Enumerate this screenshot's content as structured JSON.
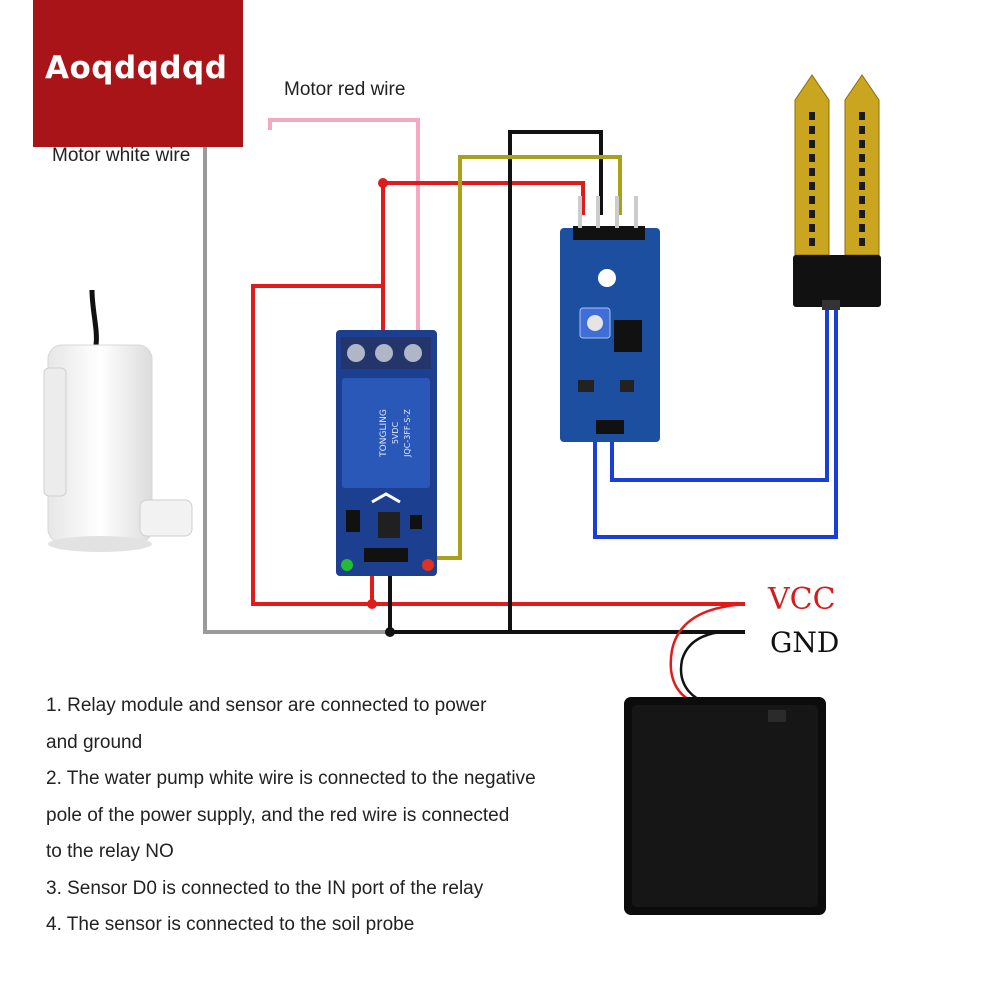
{
  "brand": {
    "name": "Aoqdqdqd",
    "color": "#a81418"
  },
  "labels": {
    "motor_red_wire": "Motor red wire",
    "motor_white_wire": "Motor white wire",
    "vcc": "VCC",
    "gnd": "GND"
  },
  "components": {
    "water_pump": {
      "icon": "water-pump-icon",
      "color": "#f4f4f4"
    },
    "relay_module": {
      "icon": "relay-module-icon",
      "board_color": "#1c3f8f",
      "relay_text": [
        "TONGLING",
        "5VDC",
        "JQC-3FF-S-Z"
      ]
    },
    "sensor_module": {
      "icon": "sensor-module-icon",
      "board_color": "#1d4fa0"
    },
    "soil_probe": {
      "icon": "soil-probe-icon",
      "color": "#c9a520"
    },
    "battery_box": {
      "icon": "battery-box-icon",
      "color": "#0c0c0c"
    }
  },
  "wire_colors": {
    "red": "#e01b1b",
    "pink": "#f4a8c2",
    "black": "#111111",
    "olive": "#a8a21a",
    "blue": "#1a3fd6",
    "grey": "#9a9a9a"
  },
  "steps": [
    {
      "line1": "1. Relay module and sensor are connected to power",
      "line2": "and ground"
    },
    {
      "line1": "2. The water pump white wire is connected to the negative",
      "line2": "pole of the power supply, and the red wire is connected",
      "line3": "to the relay NO"
    },
    {
      "line1": "3. Sensor D0 is connected to the IN port of the relay"
    },
    {
      "line1": "4. The sensor is connected to the soil probe"
    }
  ]
}
